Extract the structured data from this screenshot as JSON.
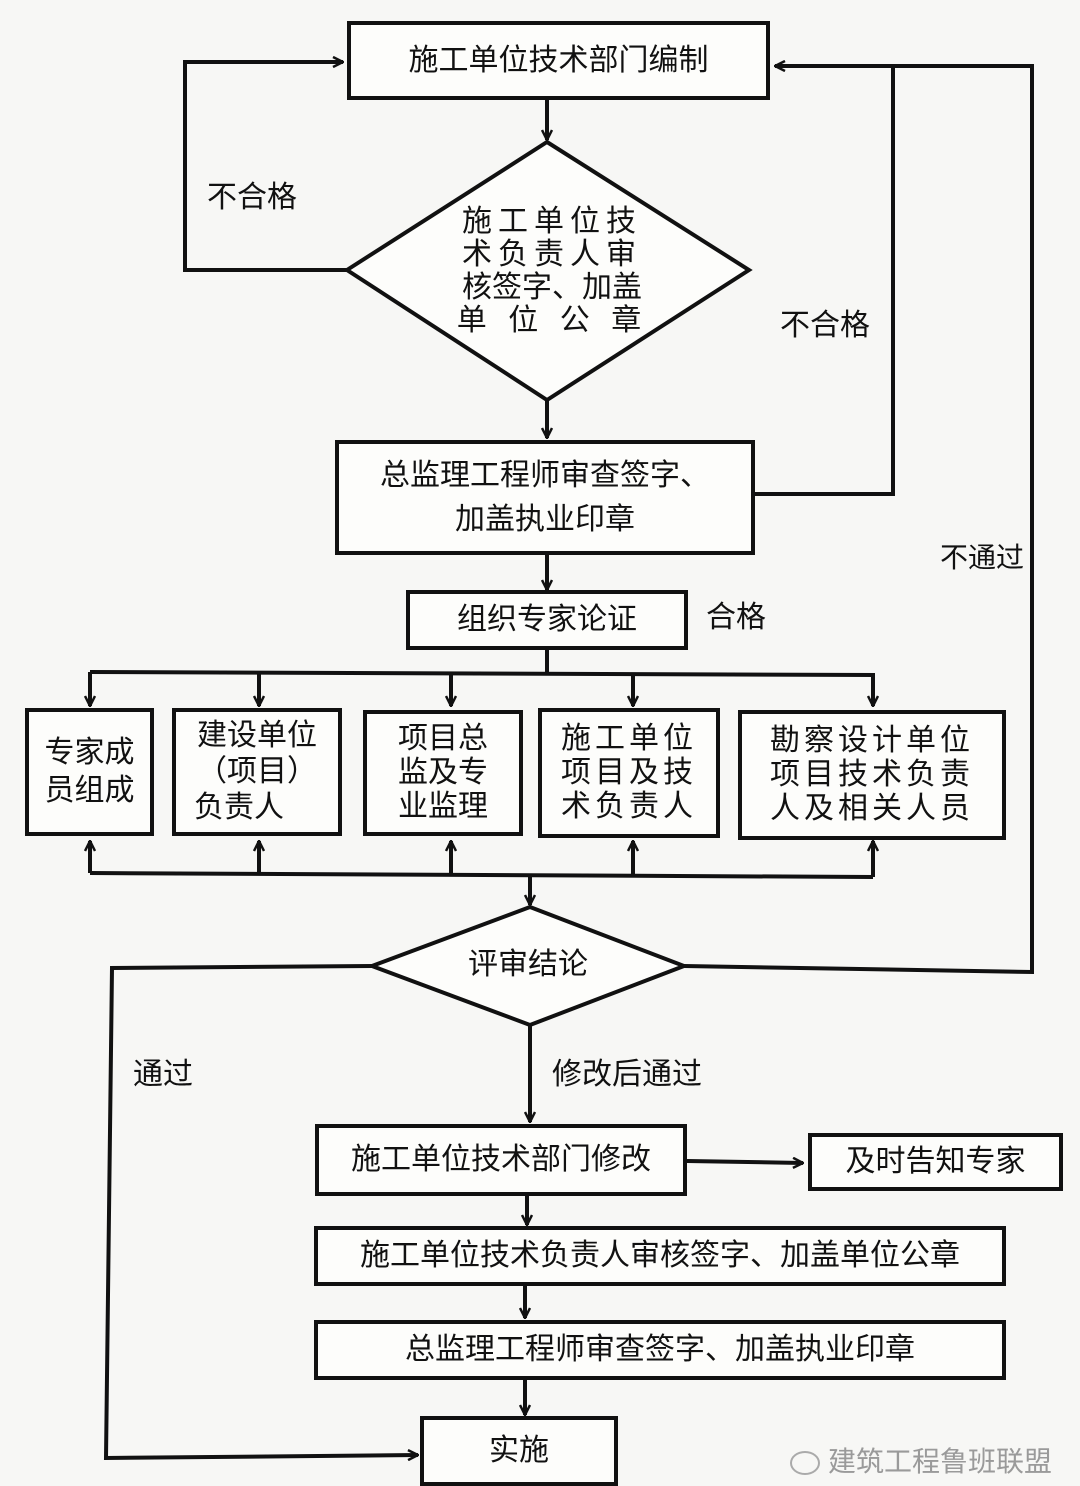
{
  "nodes": {
    "compile": "施工单位技术部门编制",
    "review_decision": [
      "施工单位技",
      "术负责人审",
      "核签字、加盖",
      "单 位 公 章"
    ],
    "chief_review": [
      "总监理工程师审查签字、",
      "加盖执业印章"
    ],
    "expert_demo": "组织专家论证",
    "participants": [
      [
        "专家成",
        "员组成"
      ],
      [
        "建设单位",
        "（项目）",
        "负责人"
      ],
      [
        "项目总",
        "监及专",
        "业监理"
      ],
      [
        "施工单位",
        "项目及技",
        "术负责人"
      ],
      [
        "勘察设计单位",
        "项目技术负责",
        "人及相关人员"
      ]
    ],
    "conclusion": "评审结论",
    "revise": "施工单位技术部门修改",
    "notify": "及时告知专家",
    "tech_sign": "施工单位技术负责人审核签字、加盖单位公章",
    "chief_sign": "总监理工程师审查签字、加盖执业印章",
    "implement": "实施"
  },
  "edge_labels": {
    "fail_left": "不合格",
    "fail_right": "不合格",
    "pass_qualified": "合格",
    "not_passed": "不通过",
    "passed": "通过",
    "passed_after_revision": "修改后通过"
  },
  "watermark": "建筑工程鲁班联盟"
}
